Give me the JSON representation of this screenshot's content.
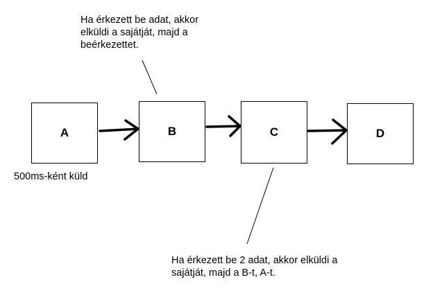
{
  "nodes": {
    "a": {
      "label": "A"
    },
    "b": {
      "label": "B"
    },
    "c": {
      "label": "C"
    },
    "d": {
      "label": "D"
    }
  },
  "annotations": {
    "a_note": "500ms-ként küld",
    "b_note": "Ha érkezett be adat, akkor\nelküldi a sajátját, majd a\nbeérkezettet.",
    "c_note": "Ha érkezett be 2 adat, akkor elküldi a\nsajátját, majd a B-t, A-t."
  }
}
